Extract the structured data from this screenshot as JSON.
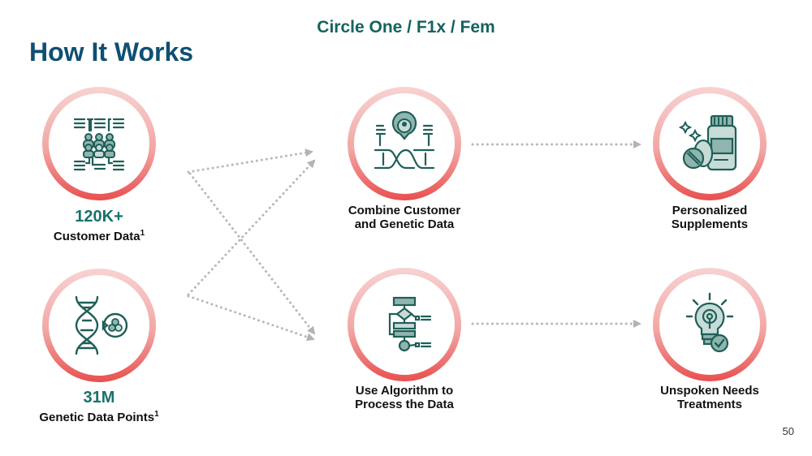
{
  "header": {
    "subtitle": "Circle One / F1x / Fem",
    "title": "How It Works"
  },
  "inputs": [
    {
      "stat": "120K+",
      "label": "Customer Data",
      "footnote": "1",
      "icon": "people-data-icon"
    },
    {
      "stat": "31M",
      "label": "Genetic Data Points",
      "footnote": "1",
      "icon": "dna-molecule-icon"
    }
  ],
  "process": [
    {
      "line1": "Combine Customer",
      "line2": "and Genetic Data",
      "icon": "customer-genetic-merge-icon"
    },
    {
      "line1": "Use Algorithm to",
      "line2": "Process the Data",
      "icon": "flowchart-algorithm-icon"
    }
  ],
  "outputs": [
    {
      "line1": "Personalized",
      "line2": "Supplements",
      "icon": "supplement-bottle-icon"
    },
    {
      "line1": "Unspoken Needs",
      "line2": "Treatments",
      "icon": "lightbulb-check-icon"
    }
  ],
  "colors": {
    "title": "#0f4f73",
    "subtitle": "#14635e",
    "stat": "#15736b",
    "icon_dark": "#1f5f58",
    "icon_fill": "#8fb5ae",
    "ring_top": "#f7d3d2",
    "ring_bottom": "#e8504f",
    "arrow": "#b3b3b3"
  },
  "footer": {
    "page_number": "50"
  }
}
